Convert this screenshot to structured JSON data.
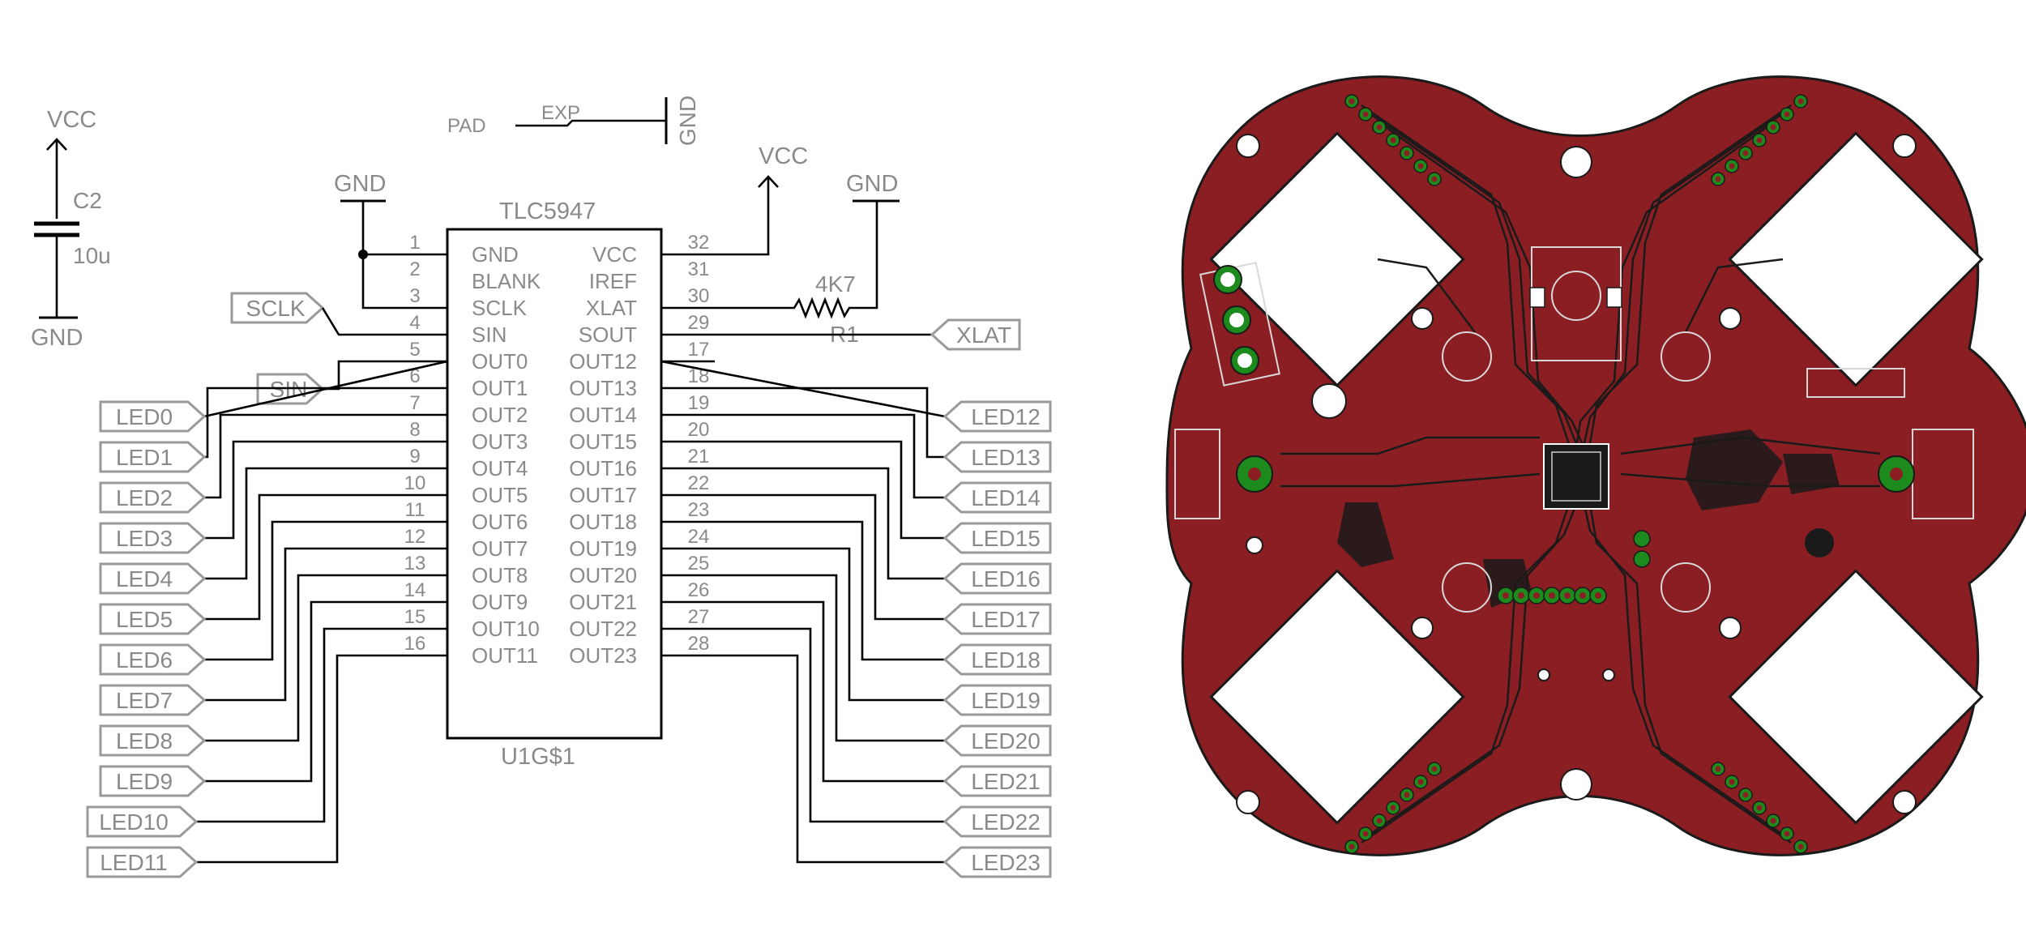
{
  "schematic": {
    "chip": {
      "name": "TLC5947",
      "ref": "U1G$1",
      "left_pins": [
        {
          "num": "1",
          "label": "GND"
        },
        {
          "num": "2",
          "label": "BLANK"
        },
        {
          "num": "3",
          "label": "SCLK"
        },
        {
          "num": "4",
          "label": "SIN"
        },
        {
          "num": "5",
          "label": "OUT0"
        },
        {
          "num": "6",
          "label": "OUT1"
        },
        {
          "num": "7",
          "label": "OUT2"
        },
        {
          "num": "8",
          "label": "OUT3"
        },
        {
          "num": "9",
          "label": "OUT4"
        },
        {
          "num": "10",
          "label": "OUT5"
        },
        {
          "num": "11",
          "label": "OUT6"
        },
        {
          "num": "12",
          "label": "OUT7"
        },
        {
          "num": "13",
          "label": "OUT8"
        },
        {
          "num": "14",
          "label": "OUT9"
        },
        {
          "num": "15",
          "label": "OUT10"
        },
        {
          "num": "16",
          "label": "OUT11"
        }
      ],
      "right_pins": [
        {
          "num": "32",
          "label": "VCC"
        },
        {
          "num": "31",
          "label": "IREF"
        },
        {
          "num": "30",
          "label": "XLAT"
        },
        {
          "num": "29",
          "label": "SOUT"
        },
        {
          "num": "17",
          "label": "OUT12"
        },
        {
          "num": "18",
          "label": "OUT13"
        },
        {
          "num": "19",
          "label": "OUT14"
        },
        {
          "num": "20",
          "label": "OUT15"
        },
        {
          "num": "21",
          "label": "OUT16"
        },
        {
          "num": "22",
          "label": "OUT17"
        },
        {
          "num": "23",
          "label": "OUT18"
        },
        {
          "num": "24",
          "label": "OUT19"
        },
        {
          "num": "25",
          "label": "OUT20"
        },
        {
          "num": "26",
          "label": "OUT21"
        },
        {
          "num": "27",
          "label": "OUT22"
        },
        {
          "num": "28",
          "label": "OUT23"
        }
      ]
    },
    "net_labels": {
      "sclk": "SCLK",
      "sin": "SIN",
      "xlat": "XLAT",
      "left_leds": [
        "LED0",
        "LED1",
        "LED2",
        "LED3",
        "LED4",
        "LED5",
        "LED6",
        "LED7",
        "LED8",
        "LED9",
        "LED10",
        "LED11"
      ],
      "right_leds": [
        "LED12",
        "LED13",
        "LED14",
        "LED15",
        "LED16",
        "LED17",
        "LED18",
        "LED19",
        "LED20",
        "LED21",
        "LED22",
        "LED23"
      ]
    },
    "power": {
      "vcc_cap": "VCC",
      "gnd_cap": "GND",
      "gnd_chip": "GND",
      "vcc_chip": "VCC",
      "gnd_res": "GND",
      "gnd_pad": "GND"
    },
    "capacitor": {
      "ref": "C2",
      "value": "10u"
    },
    "resistor": {
      "ref": "R1",
      "value": "4K7"
    },
    "pad": {
      "label": "PAD",
      "net": "EXP"
    }
  },
  "pcb": {
    "board_color": "#8b1e22",
    "trace_color": "#1a1a1a",
    "pad_color": "#1c8a1c",
    "led_count": 24
  }
}
